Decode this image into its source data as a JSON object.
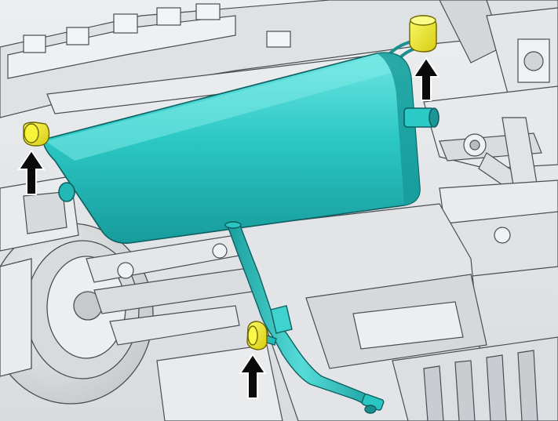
{
  "diagram": {
    "colors": {
      "background": "#f4f5f6",
      "underbody_light": "#e3e5e7",
      "underbody_mid": "#c9cccf",
      "underbody_dark": "#8e9297",
      "outline": "#4a4d51",
      "muffler": "#27c6c4",
      "muffler_light": "#5fe3df",
      "muffler_dark": "#138e8f",
      "mount": "#f2f226",
      "mount_dark": "#c9b800",
      "arrow": "#0a0a0a"
    },
    "parts": [
      {
        "name": "rear-muffler",
        "icon": "muffler-shape"
      },
      {
        "name": "exhaust-pipe",
        "icon": "pipe-shape"
      },
      {
        "name": "rubber-mount",
        "count": 3,
        "icon": "mount-shape"
      }
    ],
    "arrows": 3
  }
}
